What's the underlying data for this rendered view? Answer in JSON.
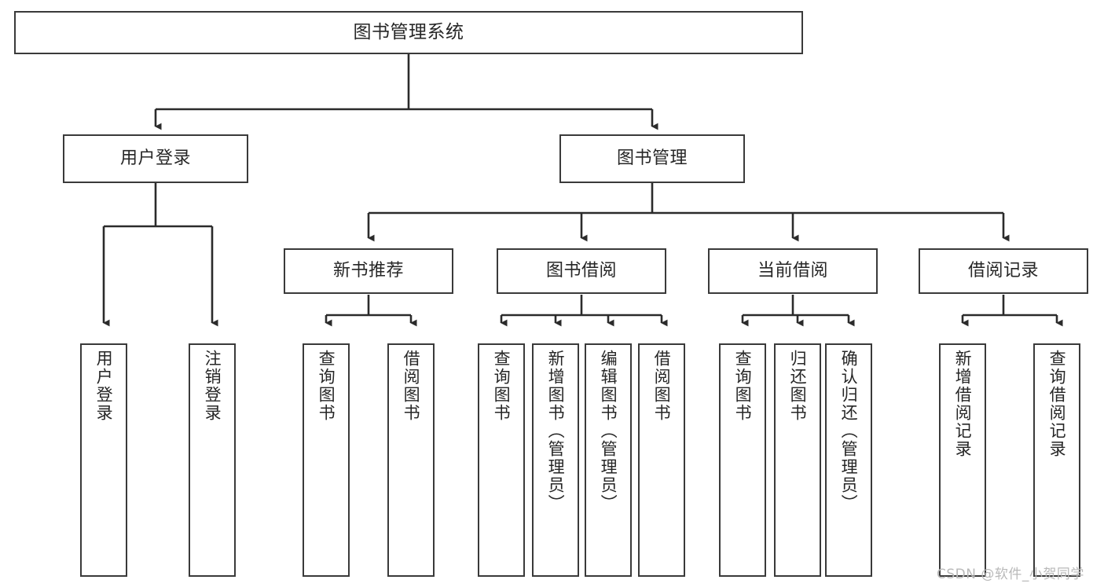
{
  "diagram": {
    "title": "图书管理系统",
    "type": "功能结构图",
    "colors": {
      "node_border": "#3a3a3a",
      "node_fill": "#ffffff",
      "edge": "#2b2b2b",
      "text": "#262626",
      "watermark": "#b9b9b9",
      "background": "#ffffff"
    }
  },
  "root": {
    "label": "图书管理系统"
  },
  "level1": [
    {
      "label": "用户登录"
    },
    {
      "label": "图书管理"
    }
  ],
  "level2": [
    {
      "label": "新书推荐"
    },
    {
      "label": "图书借阅"
    },
    {
      "label": "当前借阅"
    },
    {
      "label": "借阅记录"
    }
  ],
  "leaves": {
    "user_login": [
      {
        "label": "用户登录"
      },
      {
        "label": "注销登录"
      }
    ],
    "new_book_recommend": [
      {
        "label": "查询图书"
      },
      {
        "label": "借阅图书"
      }
    ],
    "book_borrow": [
      {
        "label": "查询图书"
      },
      {
        "label": "新增图书（管理员）"
      },
      {
        "label": "编辑图书（管理员）"
      },
      {
        "label": "借阅图书"
      }
    ],
    "current_borrow": [
      {
        "label": "查询图书"
      },
      {
        "label": "归还图书"
      },
      {
        "label": "确认归还（管理员）"
      }
    ],
    "borrow_record": [
      {
        "label": "新增借阅记录"
      },
      {
        "label": "查询借阅记录"
      }
    ]
  },
  "watermark": {
    "text": "CSDN @软件_小贺同学"
  }
}
